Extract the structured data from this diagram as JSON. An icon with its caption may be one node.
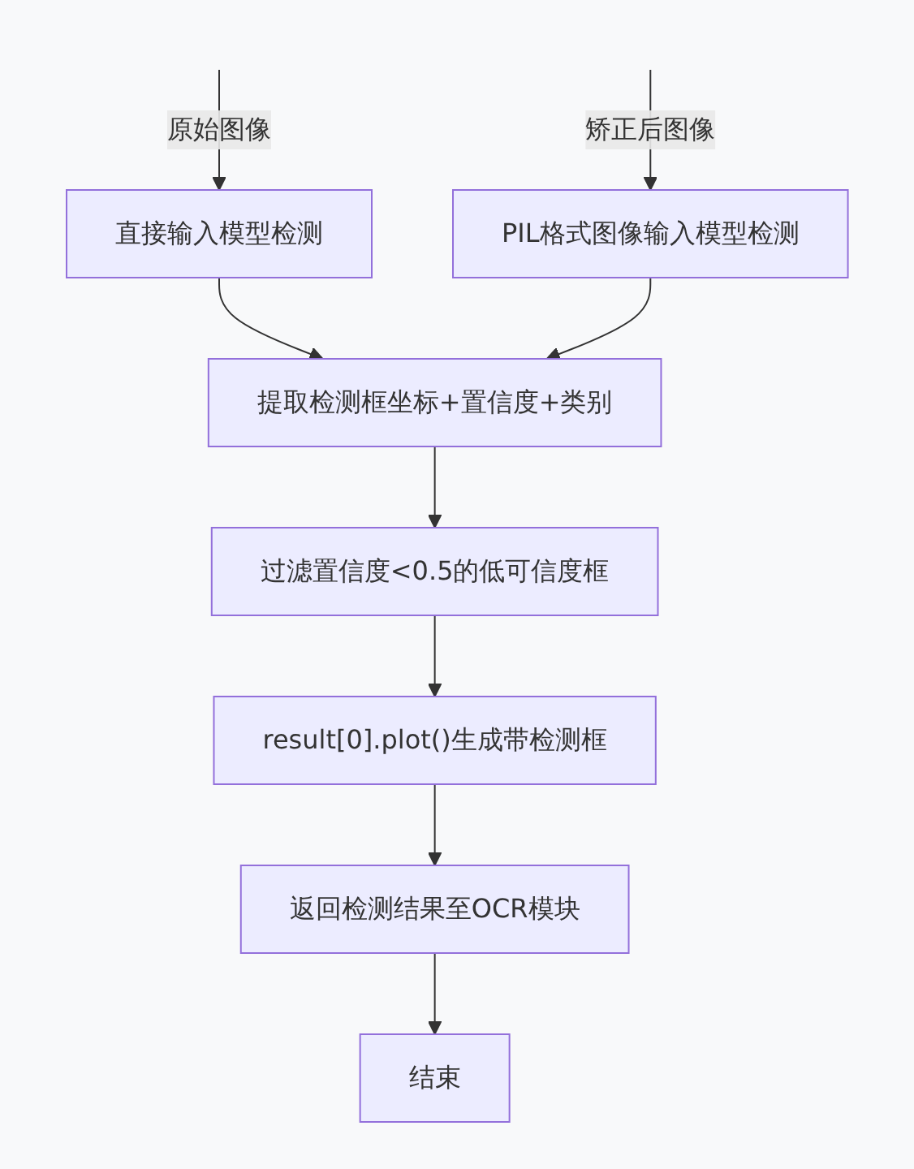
{
  "diagram": {
    "nodes": [
      {
        "text": [
          "直接输入模型检测"
        ]
      },
      {
        "text": [
          "PIL格式图像输入模型检测"
        ]
      },
      {
        "text": [
          "提取检测框坐标+置信度+类别"
        ]
      },
      {
        "text": [
          "过滤置信度<0.5的低可信度框"
        ]
      },
      {
        "text": [
          "result[0].plot()生成带检测框"
        ]
      },
      {
        "text": [
          "返回检测结果至OCR模块"
        ]
      },
      {
        "text": [
          "结束"
        ]
      }
    ],
    "edges": [
      {
        "from": null,
        "to": 0,
        "arrow": "to",
        "label": "原始图像"
      },
      {
        "from": null,
        "to": 1,
        "arrow": "to",
        "label": "矫正后图像"
      },
      {
        "from": 0,
        "to": 2,
        "arrow": "to"
      },
      {
        "from": 1,
        "to": 2,
        "arrow": "to"
      },
      {
        "from": 2,
        "to": 3,
        "arrow": "to"
      },
      {
        "from": 3,
        "to": 4,
        "arrow": "to"
      },
      {
        "from": 4,
        "to": 5,
        "arrow": "to"
      },
      {
        "from": 5,
        "to": 6,
        "arrow": "to"
      }
    ]
  }
}
